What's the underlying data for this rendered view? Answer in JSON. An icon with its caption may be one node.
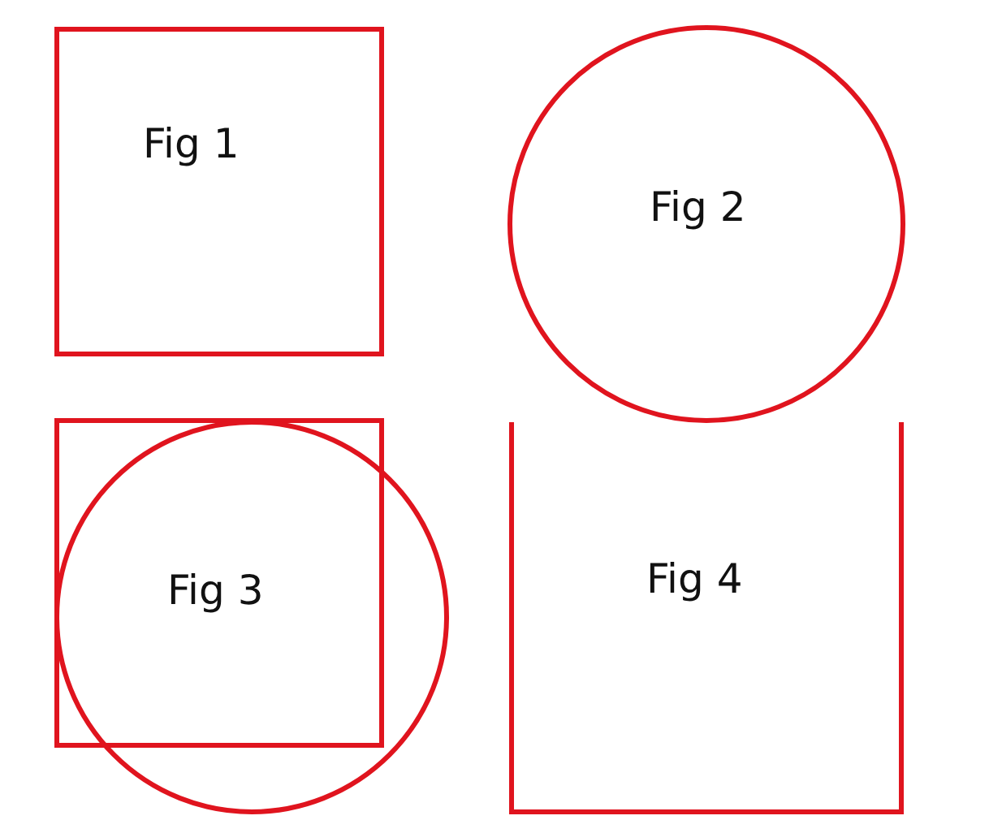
{
  "diagram": {
    "nodes": [
      {
        "text": [
          "Fig 1"
        ]
      },
      {
        "text": [
          "Fig 2"
        ]
      },
      {
        "text": [
          "Fig 3"
        ]
      },
      {
        "text": [
          "Fig 4"
        ]
      }
    ],
    "edges": []
  }
}
